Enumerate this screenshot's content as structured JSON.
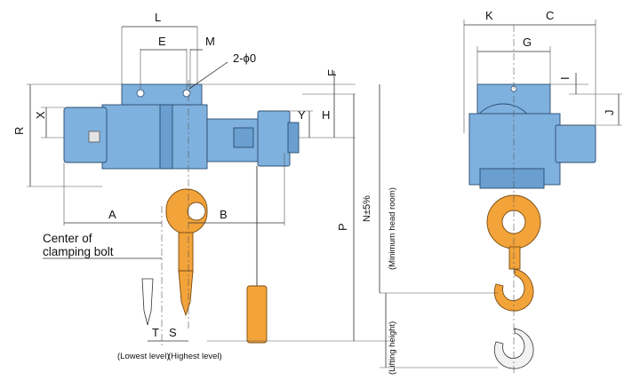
{
  "labels": {
    "L": "L",
    "E": "E",
    "M": "M",
    "hole": "2-ϕ0",
    "F": "F",
    "H": "H",
    "X": "X",
    "Y": "Y",
    "R": "R",
    "A": "A",
    "B": "B",
    "P": "P",
    "N": "N±5%",
    "min_headroom": "(Minimum head room)",
    "center_line1": "Center of",
    "center_line2": "clamping bolt",
    "T": "T",
    "S": "S",
    "lowest": "(Lowest level)",
    "highest": "(Highest level)",
    "K": "K",
    "C": "C",
    "G": "G",
    "I": "I",
    "J": "J",
    "lift": "(Lifting height)"
  },
  "colors": {
    "body": "#7fb1de",
    "hook": "#f2a33a",
    "line": "#333333"
  }
}
